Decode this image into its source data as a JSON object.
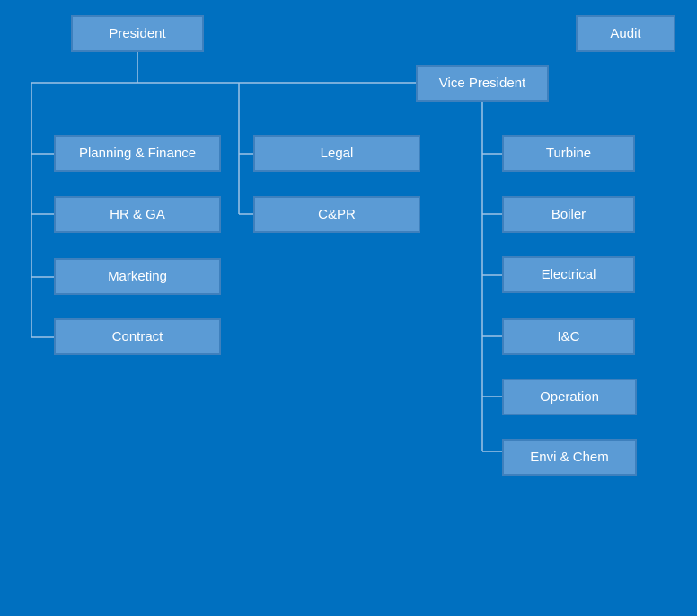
{
  "boxes": {
    "president": "President",
    "audit": "Audit",
    "vice_president": "Vice President",
    "planning_finance": "Planning & Finance",
    "hr_ga": "HR & GA",
    "marketing": "Marketing",
    "contract": "Contract",
    "legal": "Legal",
    "cpr": "C&PR",
    "turbine": "Turbine",
    "boiler": "Boiler",
    "electrical": "Electrical",
    "ic": "I&C",
    "operation": "Operation",
    "envi_chem": "Envi & Chem"
  },
  "colors": {
    "background": "#0070C0",
    "box_fill": "#5B9BD5",
    "box_border": "#3E80BD",
    "connector": "#9DC3E6",
    "text": "#FFFFFF"
  }
}
